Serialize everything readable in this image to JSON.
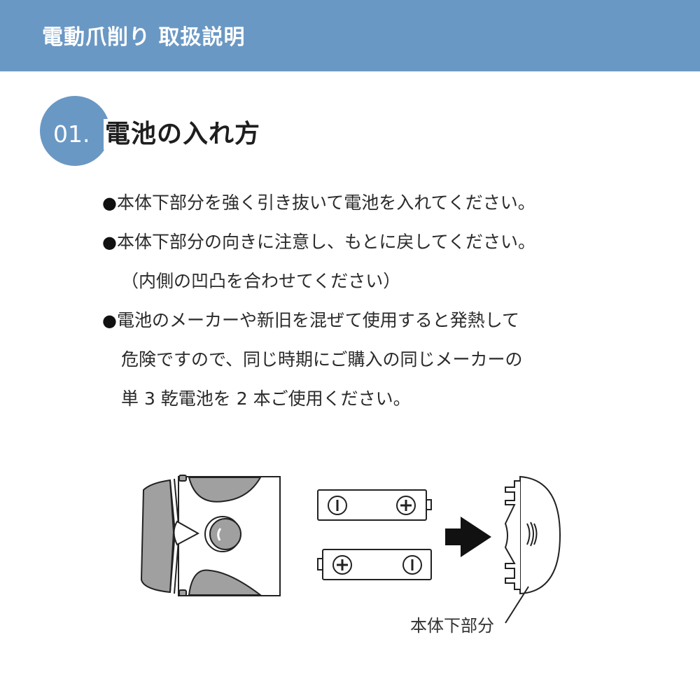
{
  "header": {
    "title": "電動爪削り 取扱説明",
    "background_color": "#6a98c4"
  },
  "section": {
    "number": "01.",
    "title": "電池の入れ方",
    "badge_color": "#6a98c4"
  },
  "instructions": [
    {
      "bullet": "●",
      "text": "本体下部分を強く引き抜いて電池を入れてください。"
    },
    {
      "bullet": "●",
      "text": "本体下部分の向きに注意し、もとに戻してください。"
    },
    {
      "bullet": "",
      "text": "（内側の凹凸を合わせてください）"
    },
    {
      "bullet": "●",
      "text": "電池のメーカーや新旧を混ぜて使用すると発熱して"
    },
    {
      "bullet": "",
      "text": "危険ですので、同じ時期にご購入の同じメーカーの"
    },
    {
      "bullet": "",
      "text": "単 3 乾電池を 2 本ご使用ください。"
    }
  ],
  "illustration": {
    "device_icon": "nail-clipper-device-icon",
    "battery_top": {
      "left_symbol": "−",
      "right_symbol": "+"
    },
    "battery_bottom": {
      "left_symbol": "+",
      "right_symbol": "−"
    },
    "arrow_icon": "arrow-right-icon",
    "cover_icon": "battery-cover-icon",
    "cover_label": "本体下部分"
  }
}
